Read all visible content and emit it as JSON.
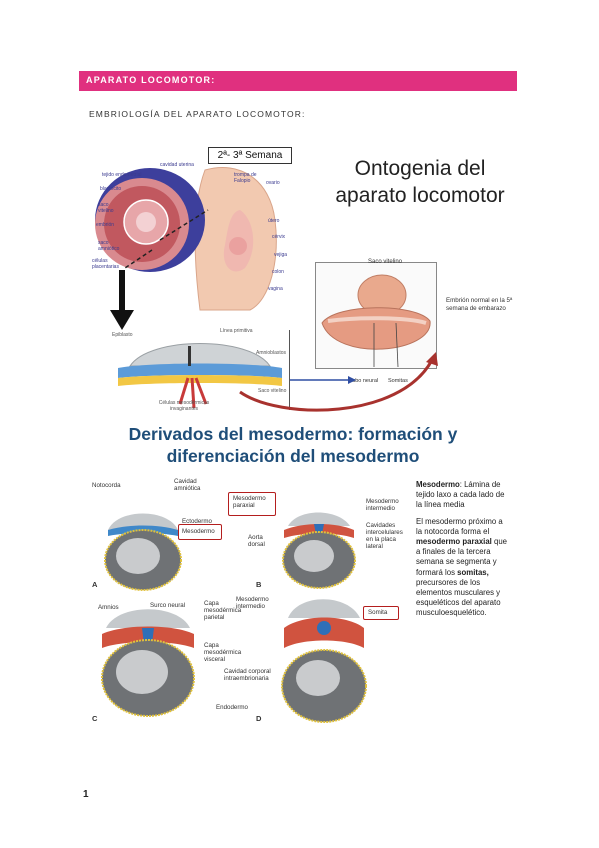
{
  "header": {
    "title": "APARATO LOCOMOTOR:",
    "color": "#e0307f"
  },
  "subtitle": "EMBRIOLOGÍA DEL APARATO LOCOMOTOR:",
  "figure_top": {
    "week_label": "2ª- 3ª Semana",
    "title": "Ontogenia del aparato locomotor",
    "uterus_labels": {
      "tejido": "tejido endometrial",
      "cavidad": "cavidad uterina",
      "blastocito": "blastocito",
      "saco": "saco vitelino",
      "embrion": "embrión",
      "amniotica": "saco amniótico",
      "celulas": "células placentarias",
      "trompa": "trompa de Falopio",
      "ovario": "ovario",
      "utero": "útero",
      "cervix": "cérvix",
      "vejiga": "vejiga",
      "colon": "colon",
      "vagina": "vagina"
    },
    "disc_labels": {
      "epiblasto": "Epiblasto",
      "linea": "Línea primitiva",
      "amnioblastos": "Amnioblastos",
      "celulas": "Células mesodérmicas invaginantes",
      "saco": "Saco vitelino"
    },
    "inset_labels": {
      "saco": "Saco vitelino",
      "embrion": "Embrión normal en la 5ª semana de embarazo",
      "tubo": "Tubo neural",
      "somitas": "Somitas"
    }
  },
  "figure_bottom": {
    "title": "Derivados del mesodermo: formación y diferenciación del mesodermo",
    "labels": {
      "notocorda": "Notocorda",
      "cavidad_amniotica": "Cavidad amniótica",
      "ectodermo": "Ectodermo",
      "mesodermo": "Mesodermo",
      "mesodermo_paraxial": "Mesodermo paraxial",
      "mesodermo_intermedio": "Mesodermo intermedio",
      "cavidades": "Cavidades intercelulares en la placa lateral",
      "aorta": "Aorta dorsal",
      "amnios": "Amnios",
      "surco": "Surco neural",
      "capa_parietal": "Capa mesodérmica parietal",
      "capa_visceral": "Capa mesodérmica visceral",
      "mesodermo_intermedio_d": "Mesodermo intermedio",
      "somita": "Somita",
      "cavidad_corporal": "Cavidad corporal intraembrionaria",
      "endodermo": "Endodermo"
    },
    "letters": {
      "a": "A",
      "b": "B",
      "c": "C",
      "d": "D"
    },
    "side_text": {
      "p1_bold": "Mesodermo",
      "p1_rest": ": Lámina de tejido laxo a cada lado de la línea media",
      "p2_a": "El mesodermo próximo a la notocorda forma el ",
      "p2_bold1": "mesodermo paraxial",
      "p2_b": " que a finales de la tercera semana se segmenta y formará los ",
      "p2_bold2": "somitas,",
      "p2_c": " precursores de los elementos musculares y esqueléticos del aparato musculoesquelético."
    }
  },
  "page_number": "1"
}
